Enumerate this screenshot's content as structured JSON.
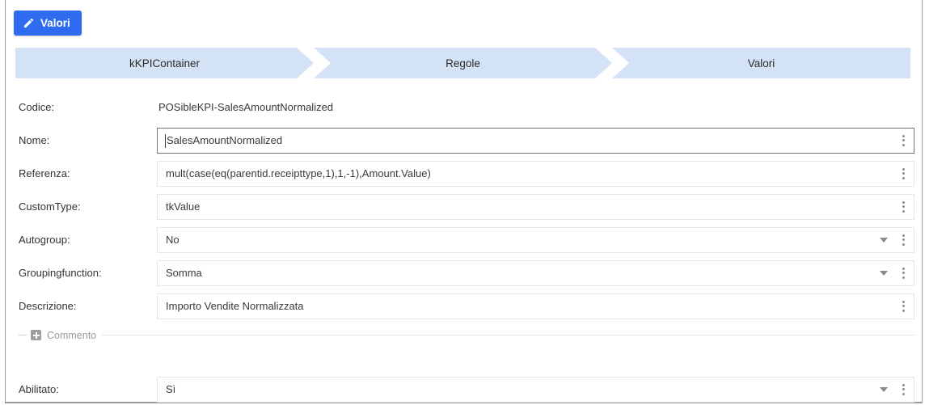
{
  "toolbar": {
    "edit_button_label": "Valori",
    "edit_icon": "pencil-icon",
    "accent_color": "#2e6bf0"
  },
  "steps": {
    "background_color": "#d3e2f4",
    "items": [
      {
        "label": "kKPIContainer"
      },
      {
        "label": "Regole"
      },
      {
        "label": "Valori"
      }
    ]
  },
  "form": {
    "rows": [
      {
        "label": "Codice:",
        "value": "POSibleKPI-SalesAmountNormalized",
        "type": "static",
        "has_dropdown": false,
        "has_kebab": false,
        "focused": false
      },
      {
        "label": "Nome:",
        "value": "SalesAmountNormalized",
        "type": "text",
        "has_dropdown": false,
        "has_kebab": true,
        "focused": true
      },
      {
        "label": "Referenza:",
        "value": "mult(case(eq(parentid.receipttype,1),1,-1),Amount.Value)",
        "type": "text",
        "has_dropdown": false,
        "has_kebab": true,
        "focused": false
      },
      {
        "label": "CustomType:",
        "value": "tkValue",
        "type": "text",
        "has_dropdown": false,
        "has_kebab": true,
        "focused": false
      },
      {
        "label": "Autogroup:",
        "value": "No",
        "type": "select",
        "has_dropdown": true,
        "has_kebab": true,
        "focused": false
      },
      {
        "label": "Groupingfunction:",
        "value": "Somma",
        "type": "select",
        "has_dropdown": true,
        "has_kebab": true,
        "focused": false
      },
      {
        "label": "Descrizione:",
        "value": "Importo Vendite Normalizzata",
        "type": "text",
        "has_dropdown": false,
        "has_kebab": true,
        "focused": false
      }
    ],
    "section": {
      "title": "Commento",
      "expand_icon": "plus-icon"
    },
    "rows_after_section": [
      {
        "label": "Abilitato:",
        "value": "Sì",
        "type": "select",
        "has_dropdown": true,
        "has_kebab": true,
        "focused": false
      }
    ]
  }
}
